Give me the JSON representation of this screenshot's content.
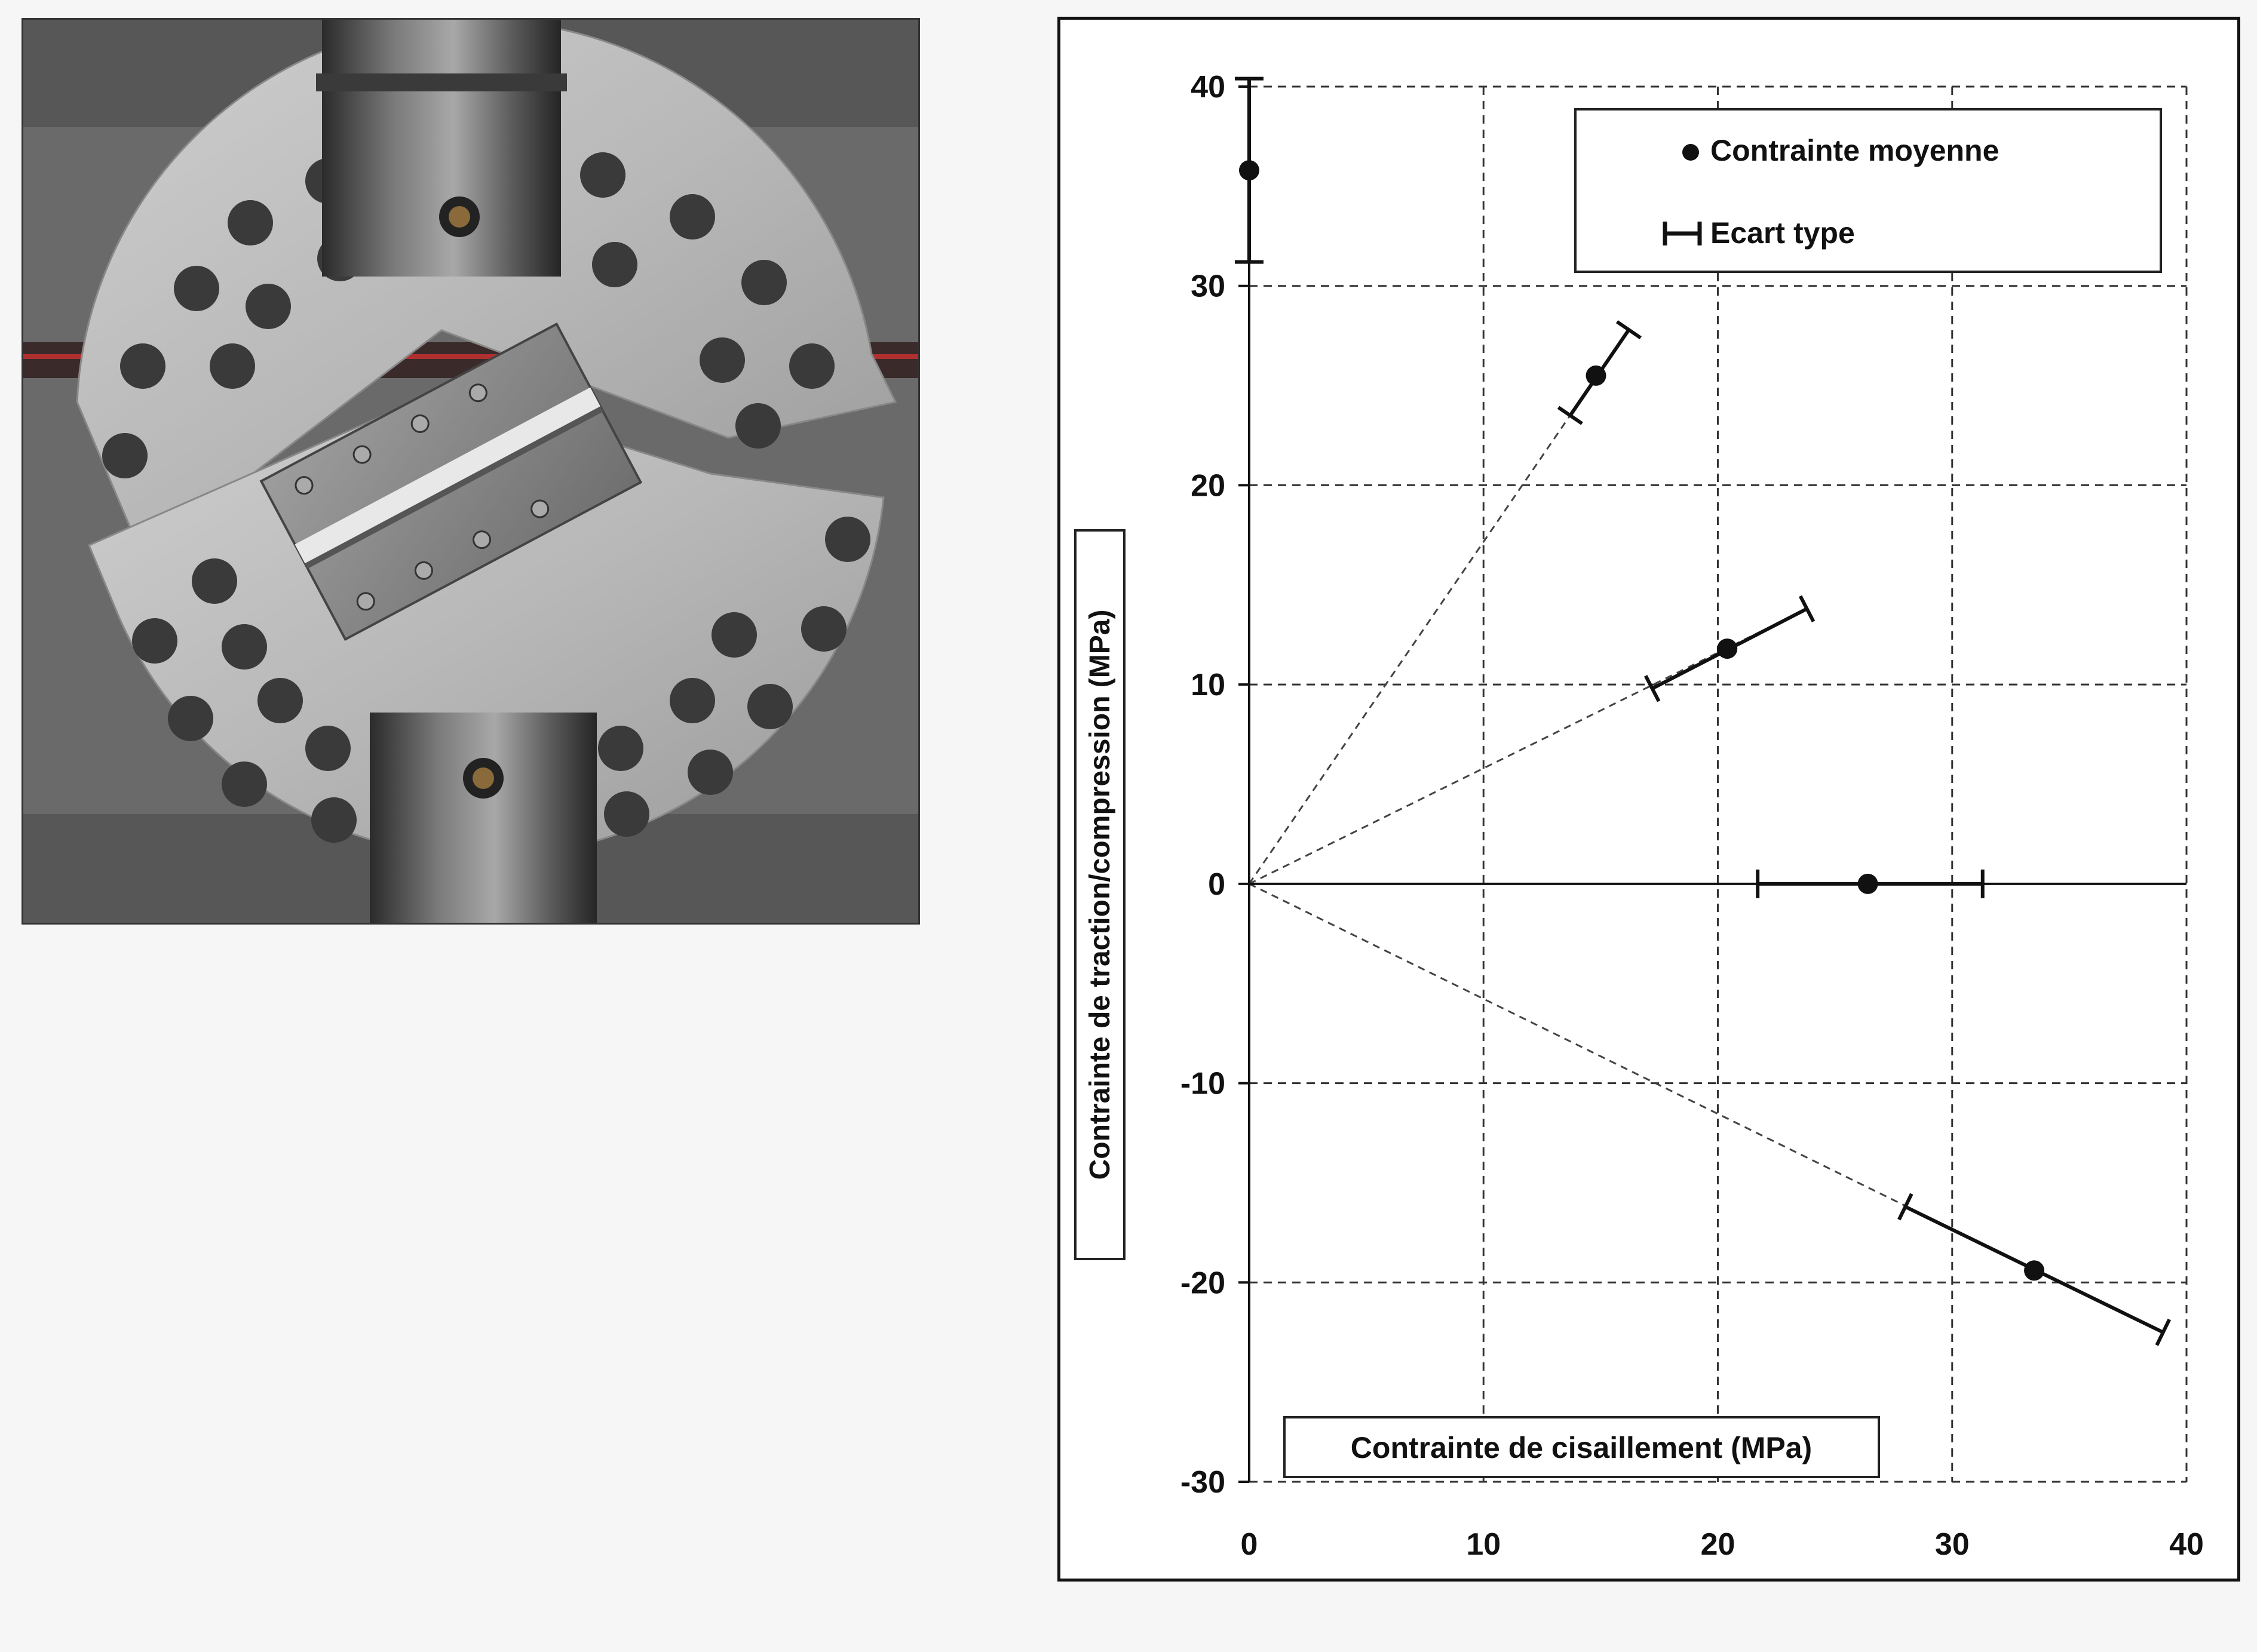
{
  "photo": {
    "name": "specimen-fixture-photo"
  },
  "chart_data": {
    "type": "scatter",
    "xlabel": "Contrainte de cisaillement (MPa)",
    "ylabel": "Contrainte de traction/compression (MPa)",
    "xlim": [
      0,
      40
    ],
    "ylim": [
      -30,
      40
    ],
    "xticks": [
      "0",
      "10",
      "20",
      "30",
      "40"
    ],
    "yticks": [
      "-30",
      "-20",
      "-10",
      "0",
      "10",
      "20",
      "30",
      "40"
    ],
    "grid": true,
    "legend_position": "top-right",
    "legend": [
      {
        "label": "Contrainte moyenne",
        "symbol": "dot"
      },
      {
        "label": "Ecart type",
        "symbol": "errorbar"
      }
    ],
    "points": [
      {
        "x": 0,
        "y": 35.8,
        "err_from": [
          0,
          31.2
        ],
        "err_to": [
          0,
          40.4
        ]
      },
      {
        "x": 14.8,
        "y": 25.5,
        "err_from": [
          13.7,
          23.5
        ],
        "err_to": [
          16.2,
          27.8
        ]
      },
      {
        "x": 20.4,
        "y": 11.8,
        "err_from": [
          17.2,
          9.8
        ],
        "err_to": [
          23.8,
          13.8
        ]
      },
      {
        "x": 26.4,
        "y": 0,
        "err_from": [
          21.7,
          0
        ],
        "err_to": [
          31.3,
          0
        ]
      },
      {
        "x": 33.5,
        "y": -19.4,
        "err_from": [
          28.0,
          -16.2
        ],
        "err_to": [
          39.0,
          -22.5
        ]
      }
    ],
    "guide_lines": [
      {
        "to": [
          16.2,
          27.8
        ]
      },
      {
        "to": [
          23.8,
          13.8
        ]
      },
      {
        "to": [
          39.0,
          -22.5
        ]
      }
    ]
  },
  "style": {
    "ink": "#111111",
    "grid": "#333333",
    "background": "#ffffff"
  }
}
